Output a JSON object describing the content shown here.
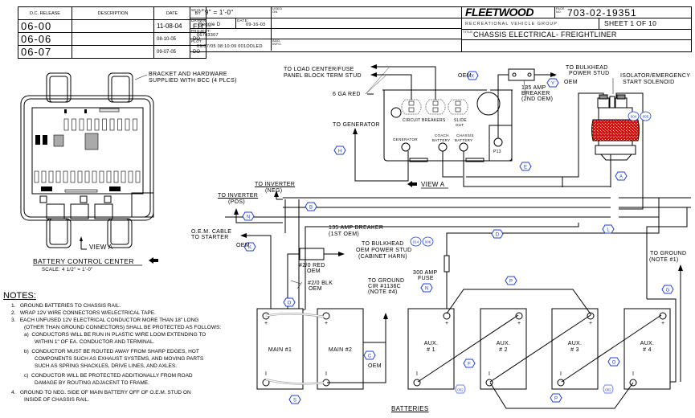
{
  "revision_table": {
    "headers": [
      "D.C. RELEASE",
      "DESCRIPTION",
      "DATE",
      "BY"
    ],
    "rows": [
      {
        "release": "06-00",
        "description": "",
        "date": "11-08-04",
        "by": "EH"
      },
      {
        "release": "06-06",
        "description": "",
        "date": "08-10-05",
        "by": "DO"
      },
      {
        "release": "06-07",
        "description": "",
        "date": "09-07-05",
        "by": "DO"
      }
    ]
  },
  "info_block": {
    "scale_label": "SCALE:",
    "scale_value": "9\" = 1'-0\"",
    "used_on_label": "USED ON",
    "drawn_label": "DRAWN:",
    "drawn_value": "Reggie D",
    "date_label": "DATE:",
    "date_value": "09-16-03",
    "project_label": "PROJECT:",
    "project_value": "06703307",
    "plot_label": "PLOT:",
    "plot_value": "09/07/05 08:10:09 001ODLED",
    "add_info_label": "ADD. INFO."
  },
  "title_block": {
    "brand": "FLEETWOOD",
    "brand_sub": "RECREATIONAL VEHICLE GROUP",
    "page_no_label": "PAGE NO.",
    "page_no": "703-02-19351",
    "sheet": "SHEET 1 OF 10",
    "title_label": "TITLE:",
    "title": "CHASSIS ELECTRICAL- FREIGHTLINER"
  },
  "bcc": {
    "bracket_note_1": "BRACKET AND HARDWARE",
    "bracket_note_2": "SUPPLIED WITH BCC (4 PLCS)",
    "view_label": "VIEW A",
    "title": "BATTERY CONTROL CENTER",
    "scale": "SCALE: 4 1/2\" = 1'-0\""
  },
  "view_a": {
    "load_center_1": "TO LOAD CENTER/FUSE",
    "load_center_2": "PANEL BLOCK TERM STUD",
    "red_wire": "6 GA RED",
    "to_generator": "TO GENERATOR",
    "circuit_breakers": "CIRCUIT BREAKERS",
    "slide_out_1": "SLIDE",
    "slide_out_2": "OUT",
    "generator": "GENERATOR",
    "coach_battery_1": "COACH",
    "coach_battery_2": "BATTERY",
    "chassis_battery_1": "CHASSIS",
    "chassis_battery_2": "BATTERY",
    "p13": "P13",
    "view_label": "VIEW A",
    "oem": "OEM"
  },
  "breaker2": {
    "label_1": "135 AMP",
    "label_2": "BREAKER",
    "label_3": "(2ND OEM)",
    "bulkhead_1": "TO BULKHEAD",
    "bulkhead_2": "POWER STUD",
    "oem": "OEM"
  },
  "solenoid": {
    "label_1": "ISOLATOR/EMERGENCY",
    "label_2": "START SOLENOID",
    "ref_a": "004",
    "ref_b": "005"
  },
  "wiring": {
    "inverter_neg_1": "TO INVERTER",
    "inverter_neg_2": "(NEG)",
    "inverter_pos_1": "TO INVERTER",
    "inverter_pos_2": "(POS)",
    "oem_cable_1": "O.E.M. CABLE",
    "oem_cable_2": "TO STARTER",
    "oem": "OEM",
    "breaker1_1": "135 AMP BREAKER",
    "breaker1_2": "(1ST OEM)",
    "bulkhead_1": "TO BULKHEAD",
    "bulkhead_2": "OEM POWER STUD",
    "bulkhead_3": "(CABINET HARN)",
    "red_1": "#2/0 RED",
    "red_2": "OEM",
    "blk_1": "#2/0 BLK",
    "blk_2": "OEM",
    "ground_1": "TO GROUND",
    "ground_2": "CIR #1136C",
    "ground_3": "(NOTE #4)",
    "fuse_1": "300 AMP",
    "fuse_2": "FUSE",
    "fuse_ref_a": "014",
    "fuse_ref_b": "006",
    "ground_note1_1": "TO GROUND",
    "ground_note1_2": "(NOTE #1)"
  },
  "wire_tags": [
    "X",
    "Y",
    "H",
    "E",
    "A",
    "B",
    "N",
    "K",
    "D",
    "L",
    "O",
    "C",
    "S",
    "N",
    "P",
    "F",
    "O",
    "P",
    "G",
    "002",
    "002"
  ],
  "batteries": {
    "title": "BATTERIES",
    "items": [
      {
        "name": "MAIN #1"
      },
      {
        "name": "MAIN #2"
      },
      {
        "name": "AUX. # 1"
      },
      {
        "name": "AUX. # 2"
      },
      {
        "name": "AUX. # 3"
      },
      {
        "name": "AUX. # 4"
      }
    ],
    "plus": "+",
    "minus": "I"
  },
  "notes": {
    "heading": "NOTES:",
    "items": [
      {
        "num": "1.",
        "text": "GROUND BATTERIES TO CHASSIS RAIL."
      },
      {
        "num": "2.",
        "text": "WRAP 12V WIRE CONNECTORS W/ELECTRICAL TAPE."
      },
      {
        "num": "3.",
        "text": "EACH UNFUSED 12V ELECTRICAL CONDUCTOR MORE THAN 18\" LONG",
        "text2": "(OTHER THAN GROUND CONNECTORS) SHALL BE PROTECTED AS FOLLOWS:"
      },
      {
        "num": "a)",
        "text": "CONDUCTORS WILL BE RUN IN PLASTIC WIRE LOOM EXTENDING TO",
        "text2": "WITHIN 1\" OF EA. CONDUCTOR AND TERMINAL."
      },
      {
        "num": "b)",
        "text": "CONDUCTOR MUST BE ROUTED AWAY FROM SHARP EDGES, HOT",
        "text2": "COMPONENTS SUCH AS EXHAUST SYSTEMS, AND MOVING PARTS",
        "text3": "SUCH AS SPRING SHACKLES, DRIVE LINES, AND AXLES."
      },
      {
        "num": "c)",
        "text": "CONDUCTOR WILL BE PROTECTED ADDITIONALLY FROM ROAD",
        "text2": "DAMAGE BY ROUTING ADJACENT TO FRAME."
      },
      {
        "num": "4.",
        "text": "GROUND TO NEG. SIDE OF MAIN BATTERY OFF OF O.E.M. STUD ON",
        "text2": "INSIDE OF CHASSIS RAIL."
      }
    ]
  },
  "colors": {
    "line": "#000000",
    "tag": "#1f3fd6",
    "tag_light": "#6f86e8",
    "solenoid": "#c81414"
  }
}
